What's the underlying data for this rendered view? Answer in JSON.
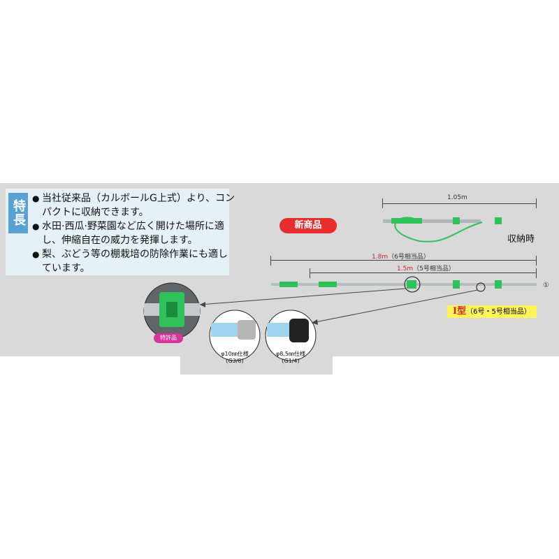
{
  "features": {
    "tag": "特長",
    "items": [
      "当社従来品（カルボールG上式）より、コンパクトに収納できます。",
      "水田·西瓜·野菜園など広く開けた場所に適し、伸縮自在の威力を発揮します。",
      "梨、ぶどう等の棚栽培の防除作業にも適しています。"
    ]
  },
  "badge": "新商品",
  "storage": {
    "length": "1.05m",
    "label": "収納時"
  },
  "extended": {
    "length_6": "1.8m",
    "length_6_note": "（6号相当品）",
    "length_5": "1.5m",
    "length_5_note": "（5号相当品）",
    "circle_number": "①"
  },
  "type": {
    "name": "Ⅰ型",
    "note": "（6号・5号相当品）"
  },
  "patent": "特許品",
  "specs": [
    {
      "line1": "φ10㎜仕様",
      "line2": "(G3/8)"
    },
    {
      "line1": "φ8.5㎜仕様",
      "line2": "(G1/4)"
    }
  ],
  "colors": {
    "green": "#2fc15a",
    "badge_red": "#e62e2e",
    "tag_blue": "#5aa0d2",
    "type_yellow": "#fff55a",
    "patent_pink": "#d8339a"
  }
}
